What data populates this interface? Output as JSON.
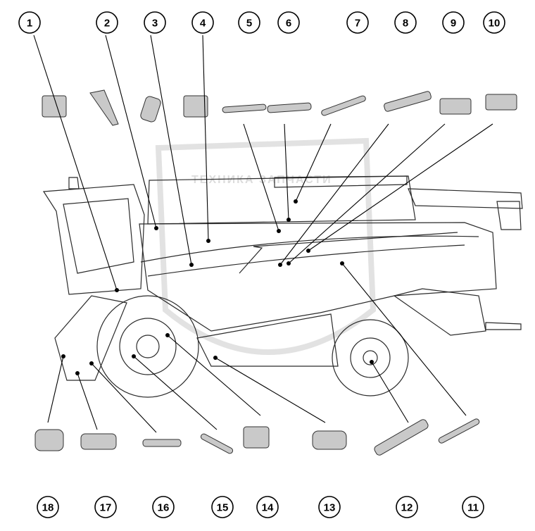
{
  "watermark": {
    "text": "ТЕХНИКА ЗАПЧАСТИ"
  },
  "callouts": [
    {
      "label": "1"
    },
    {
      "label": "2"
    },
    {
      "label": "3"
    },
    {
      "label": "4"
    },
    {
      "label": "5"
    },
    {
      "label": "6"
    },
    {
      "label": "7"
    },
    {
      "label": "8"
    },
    {
      "label": "9"
    },
    {
      "label": "10"
    },
    {
      "label": "11"
    },
    {
      "label": "12"
    },
    {
      "label": "13"
    },
    {
      "label": "14"
    },
    {
      "label": "15"
    },
    {
      "label": "16"
    },
    {
      "label": "17"
    },
    {
      "label": "18"
    }
  ],
  "colors": {
    "line": "#000000",
    "part": "#c9c9c9",
    "watermark": "#dcdcdc"
  }
}
